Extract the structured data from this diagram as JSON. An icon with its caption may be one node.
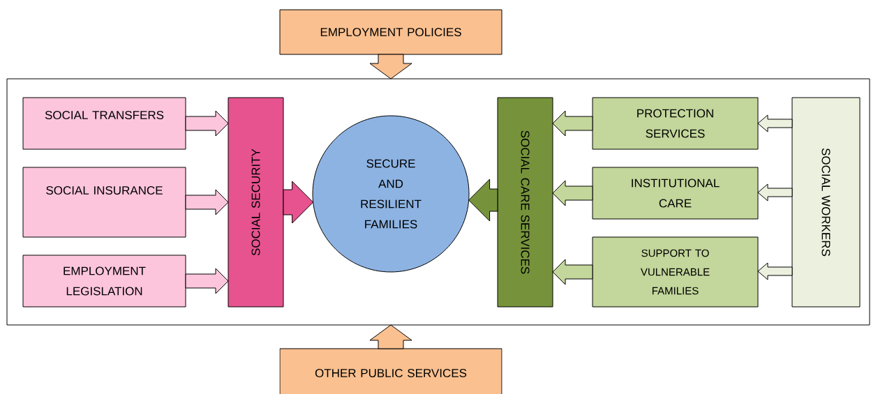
{
  "diagram": {
    "nodes": [
      {
        "text": [
          "EMPLOYMENT POLICIES"
        ]
      },
      {
        "text": [],
        "shape": "box"
      },
      {
        "text": [
          "SOCIAL TRANSFERS"
        ],
        "in": 1
      },
      {
        "text": [
          "SOCIAL INSURANCE"
        ],
        "in": 1
      },
      {
        "text": [
          "EMPLOYMENT LEGISLATION"
        ],
        "in": 1
      },
      {
        "text": [
          "SOCIAL SECURITY"
        ],
        "in": 1
      },
      {
        "text": [
          "SECURE AND RESILIENT FAMILIES"
        ],
        "in": 1
      },
      {
        "text": [
          "SOCIAL CARE SERVICES"
        ],
        "in": 1
      },
      {
        "text": [
          "PROTECTION SERVICES"
        ],
        "in": 1
      },
      {
        "text": [
          "INSTITUTIONAL CARE"
        ],
        "in": 1
      },
      {
        "text": [
          "SUPPORT TO VULNERABLE FAMILIES"
        ],
        "in": 1
      },
      {
        "text": [
          "SOCIAL WORKERS"
        ],
        "in": 1
      },
      {
        "text": [
          "OTHER PUBLIC SERVICES"
        ]
      }
    ],
    "edges": [
      {
        "from": 0,
        "to": 1,
        "arrow": "to"
      },
      {
        "from": 12,
        "to": 1,
        "arrow": "to"
      },
      {
        "from": 2,
        "to": 5,
        "arrow": "to"
      },
      {
        "from": 3,
        "to": 5,
        "arrow": "to"
      },
      {
        "from": 4,
        "to": 5,
        "arrow": "to"
      },
      {
        "from": 5,
        "to": 6,
        "arrow": "to"
      },
      {
        "from": 7,
        "to": 6,
        "arrow": "to"
      },
      {
        "from": 8,
        "to": 7,
        "arrow": "to"
      },
      {
        "from": 9,
        "to": 7,
        "arrow": "to"
      },
      {
        "from": 10,
        "to": 7,
        "arrow": "to"
      },
      {
        "from": 11,
        "to": 8,
        "arrow": "to"
      },
      {
        "from": 11,
        "to": 9,
        "arrow": "to"
      },
      {
        "from": 11,
        "to": 10,
        "arrow": "to"
      }
    ]
  }
}
